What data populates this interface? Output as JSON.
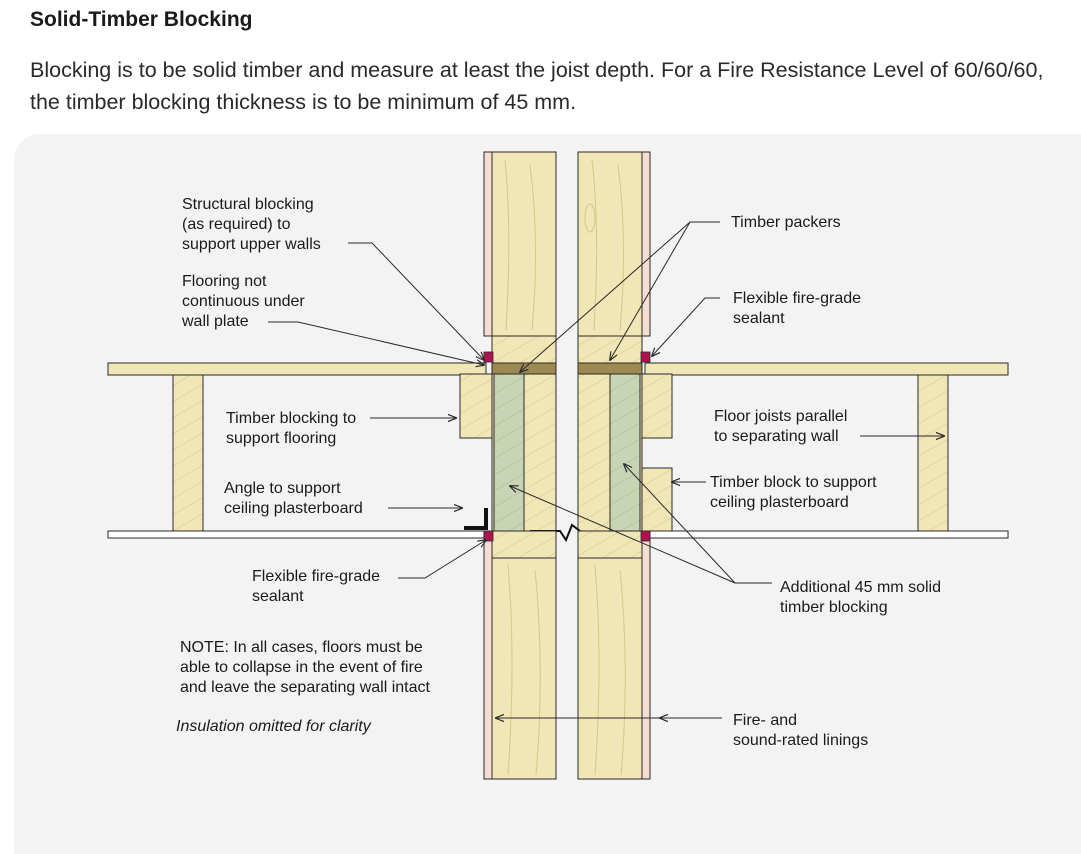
{
  "heading": "Solid-Timber Blocking",
  "intro": "Blocking is to be solid timber and measure at least the joist depth. For a Fire Resistance Level of 60/60/60, the timber blocking thickness is to be minimum of 45 mm.",
  "labels": {
    "structural_blocking": "Structural blocking\n(as required) to\nsupport upper walls",
    "flooring_not_continuous": "Flooring not\ncontinuous under\nwall plate",
    "timber_blocking_flooring": "Timber blocking to\nsupport flooring",
    "angle_support": "Angle to support\nceiling plasterboard",
    "sealant_left": "Flexible fire-grade\nsealant",
    "note": "NOTE: In all cases, floors must be\nable to collapse in the event of fire\nand leave the separating wall intact",
    "insulation": "Insulation omitted for clarity",
    "timber_packers": "Timber packers",
    "sealant_right": "Flexible fire-grade\nsealant",
    "floor_joists": "Floor joists parallel\nto separating wall",
    "timber_block_ceiling": "Timber block to support\nceiling plasterboard",
    "additional_blocking": "Additional 45 mm solid\ntimber blocking",
    "linings": "Fire- and\nsound-rated linings"
  },
  "colors": {
    "timber": "#f1e6b6",
    "timber_grain": "#d8c98c",
    "blocking_green": "#c9d4b4",
    "sealant": "#b0124f",
    "packer": "#9c8a52",
    "lining": "#f6ddd3",
    "line": "#2a2a2a",
    "panel": "#f3f3f3"
  }
}
